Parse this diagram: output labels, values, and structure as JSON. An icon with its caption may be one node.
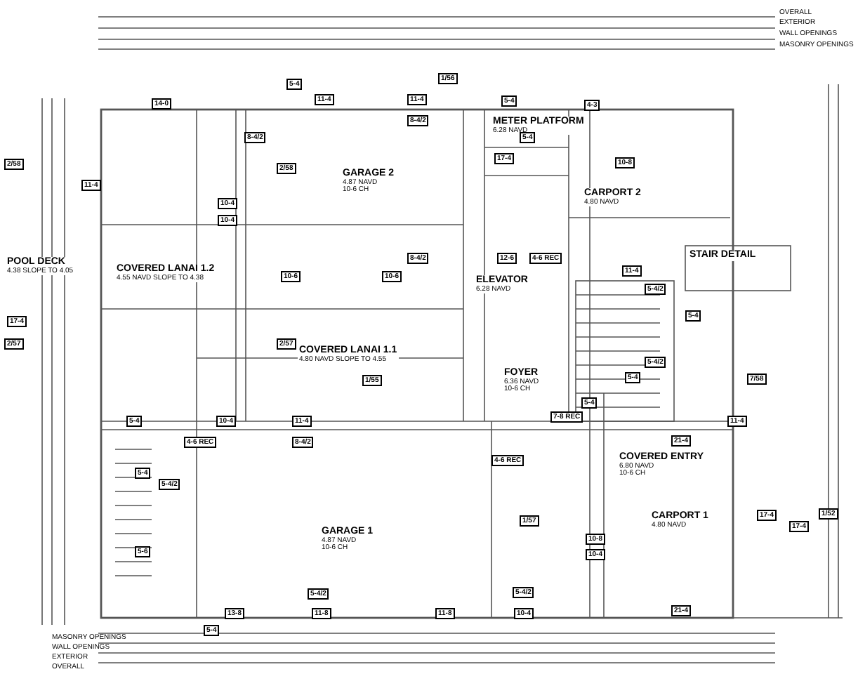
{
  "diagram": {
    "nodes": [
      {
        "text": [
          "POOL DECK",
          "4.38 SLOPE TO 4.05"
        ]
      },
      {
        "text": [
          "COVERED LANAI 1.2",
          "4.55 NAVD SLOPE TO 4.38"
        ]
      },
      {
        "text": [
          "GARAGE 2",
          "4.87 NAVD",
          "10-6 CH"
        ]
      },
      {
        "text": [
          "METER PLATFORM",
          "6.28 NAVD"
        ]
      },
      {
        "text": [
          "CARPORT 2",
          "4.80 NAVD"
        ]
      },
      {
        "text": [
          "ELEVATOR",
          "6.28 NAVD"
        ]
      },
      {
        "text": [
          "STAIR DETAIL"
        ]
      },
      {
        "text": [
          "COVERED LANAI 1.1",
          "4.80 NAVD SLOPE TO 4.55"
        ]
      },
      {
        "text": [
          "FOYER",
          "6.36 NAVD",
          "10-6 CH"
        ]
      },
      {
        "text": [
          "COVERED ENTRY",
          "6.80 NAVD",
          "10-6 CH"
        ]
      },
      {
        "text": [
          "GARAGE 1",
          "4.87 NAVD",
          "10-6 CH"
        ]
      },
      {
        "text": [
          "CARPORT 1",
          "4.80 NAVD"
        ]
      }
    ],
    "labels": [
      "OVERALL",
      "EXTERIOR",
      "WALL OPENINGS",
      "MASONRY OPENINGS",
      "1/56",
      "5-4",
      "14-0",
      "11-4",
      "11-4",
      "5-4",
      "4-3",
      "8-4/2",
      "8-4/2",
      "2/58",
      "2/58",
      "11-4",
      "10-4",
      "10-4",
      "5-4",
      "17-4",
      "10-8",
      "8-4/2",
      "10-6",
      "10-6",
      "12-6",
      "4-6 REC",
      "11-4",
      "5-4/2",
      "17-4",
      "5-4",
      "2/57",
      "2/57",
      "5-4/2",
      "1/55",
      "5-4",
      "7/58",
      "5-4",
      "5-4",
      "10-4",
      "11-4",
      "7-8 REC",
      "11-4",
      "4-6 REC",
      "8-4/2",
      "21-4",
      "5-4",
      "5-4/2",
      "5-6",
      "4-6 REC",
      "1/57",
      "17-4",
      "1/52",
      "17-4",
      "10-8",
      "10-4",
      "5-4/2",
      "13-8",
      "5-4/2",
      "11-8",
      "5-4",
      "11-8",
      "10-4",
      "21-4",
      "MASONRY OPENINGS",
      "WALL OPENINGS",
      "EXTERIOR",
      "OVERALL"
    ]
  }
}
